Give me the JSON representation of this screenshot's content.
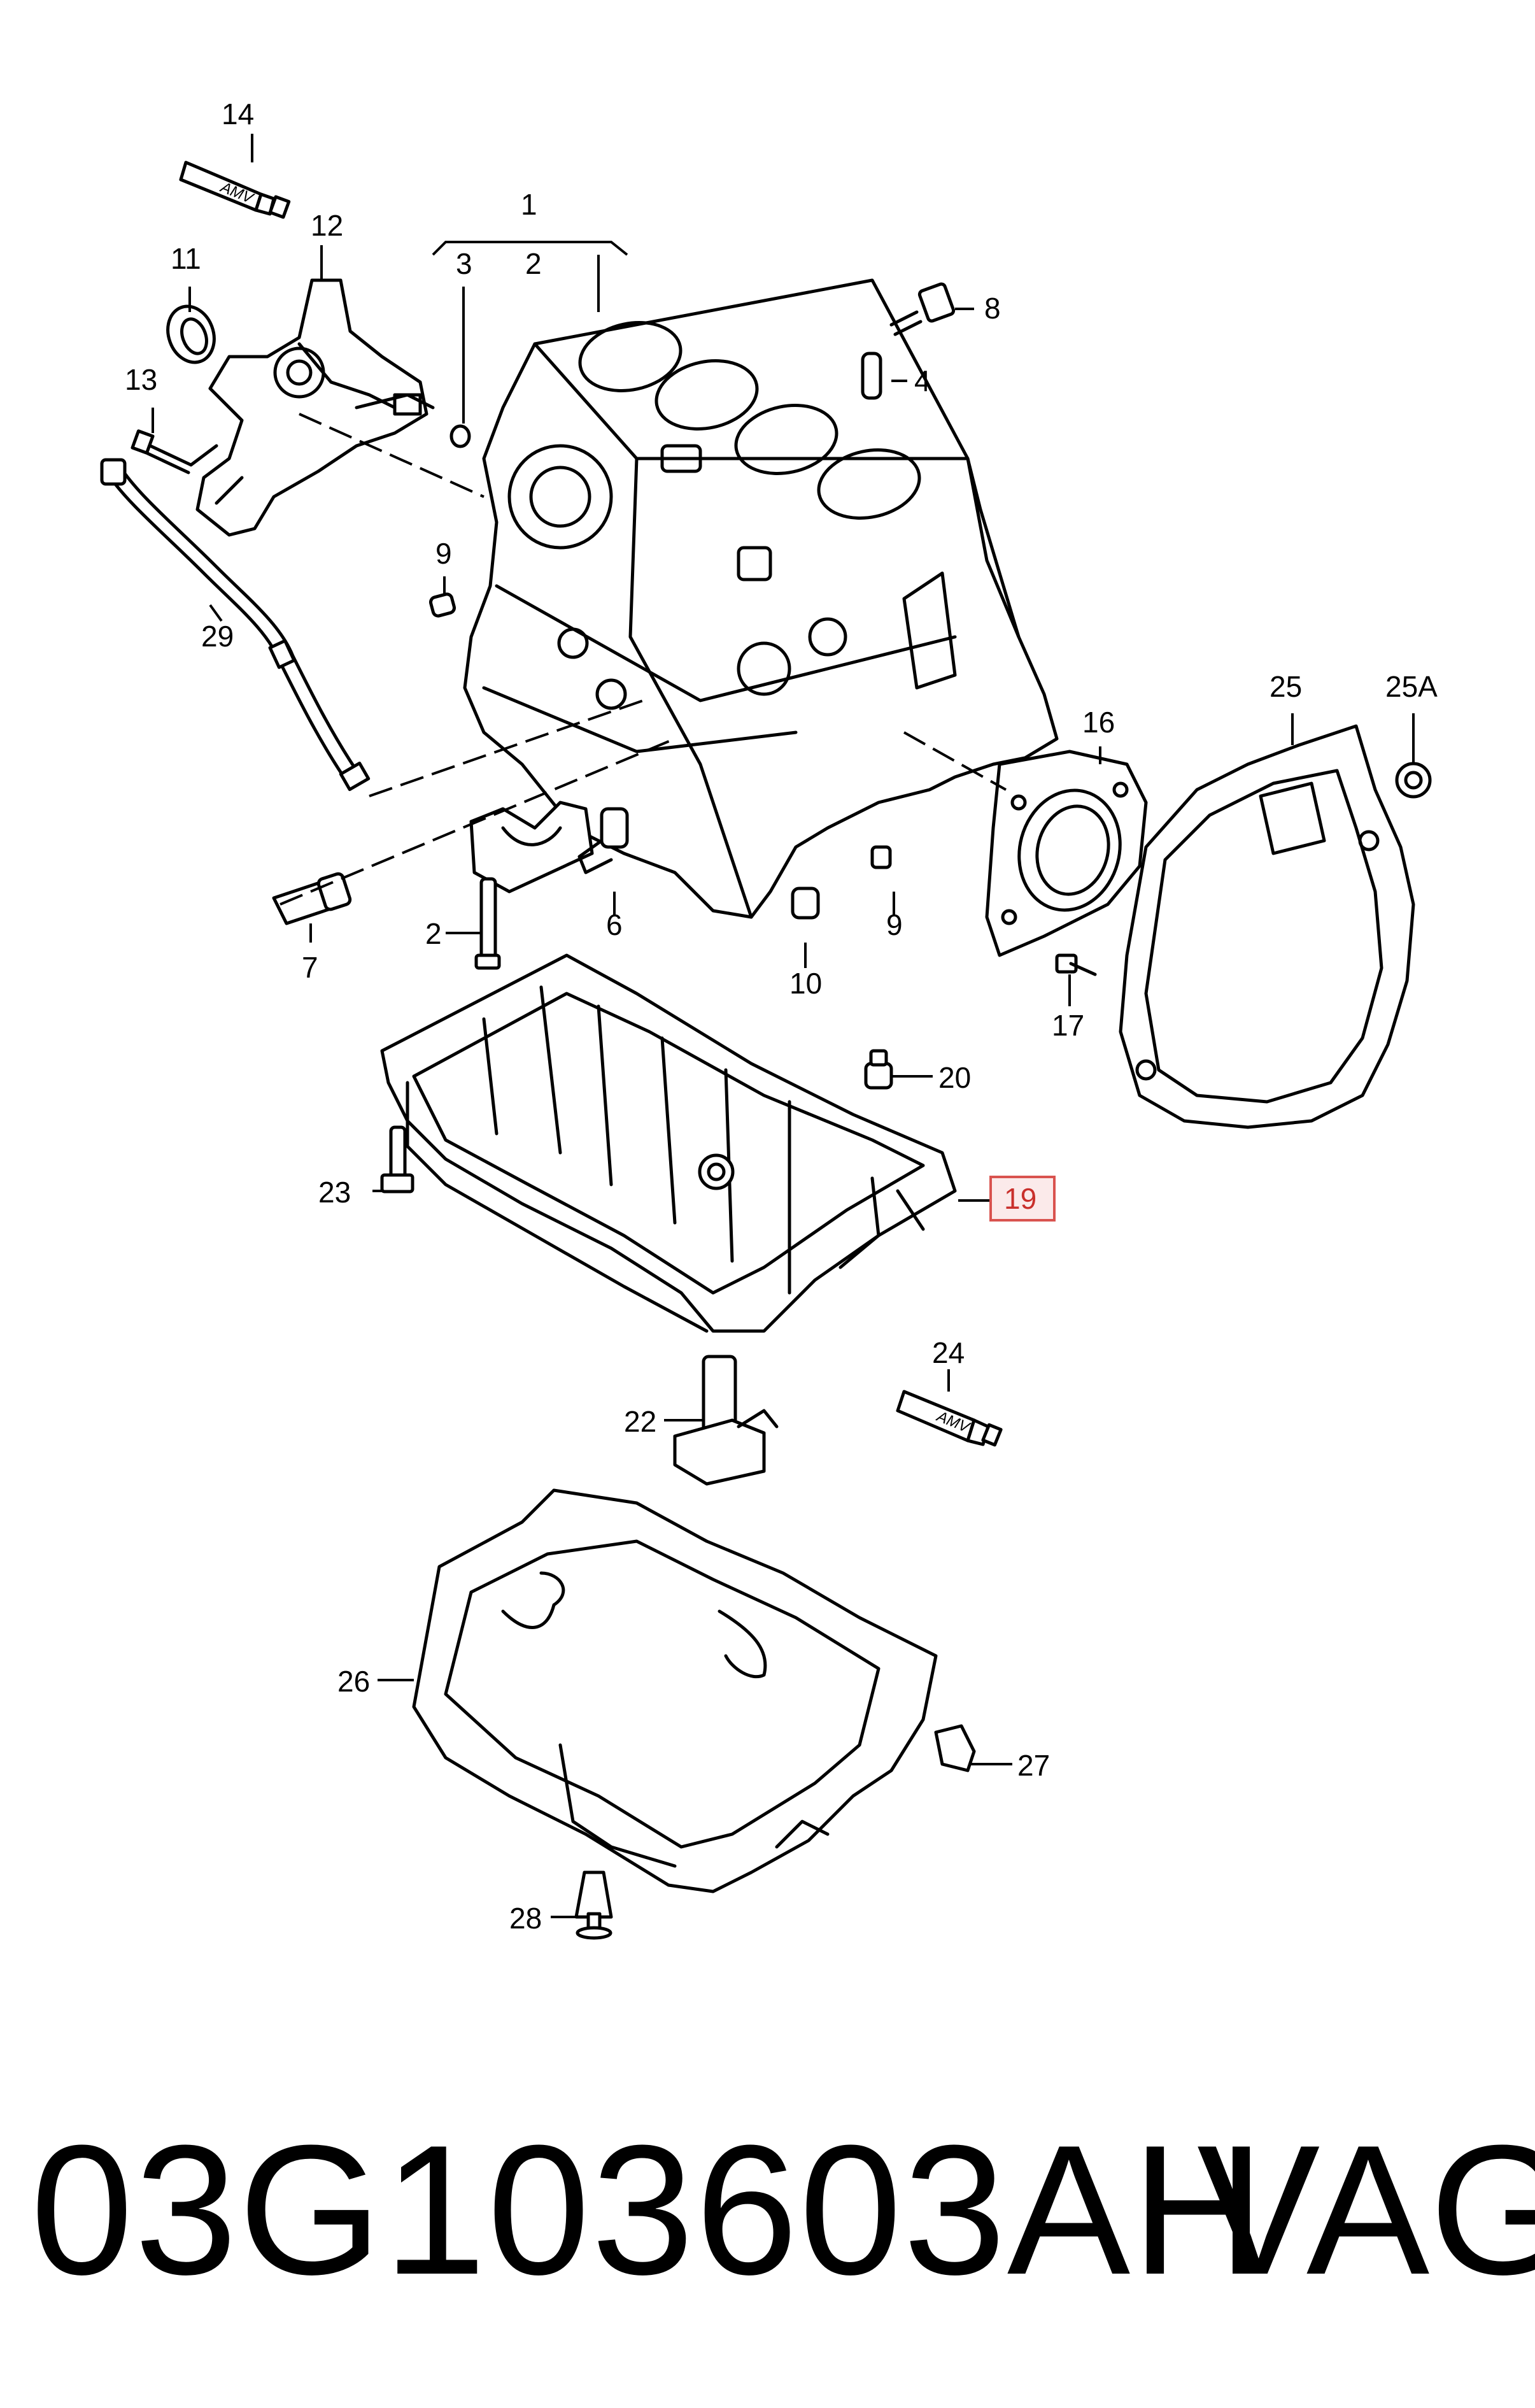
{
  "callouts": {
    "c1": "1",
    "c2a": "2",
    "c2b": "2",
    "c3": "3",
    "c4": "4",
    "c6": "6",
    "c7": "7",
    "c8": "8",
    "c9a": "9",
    "c9b": "9",
    "c10": "10",
    "c11": "11",
    "c12": "12",
    "c13": "13",
    "c14": "14",
    "c16": "16",
    "c17": "17",
    "c19": "19",
    "c20": "20",
    "c22": "22",
    "c23": "23",
    "c24": "24",
    "c25": "25",
    "c25A": "25A",
    "c26": "26",
    "c27": "27",
    "c28": "28",
    "c29": "29"
  },
  "highlighted_callout": "19",
  "tube_labels": {
    "top": "AMV",
    "bottom": "AMV"
  },
  "footer": {
    "part_number": "03G103603AH",
    "brand": "VAG"
  },
  "colors": {
    "highlight_fill": "#fbeaea",
    "highlight_stroke": "#d9534f"
  }
}
